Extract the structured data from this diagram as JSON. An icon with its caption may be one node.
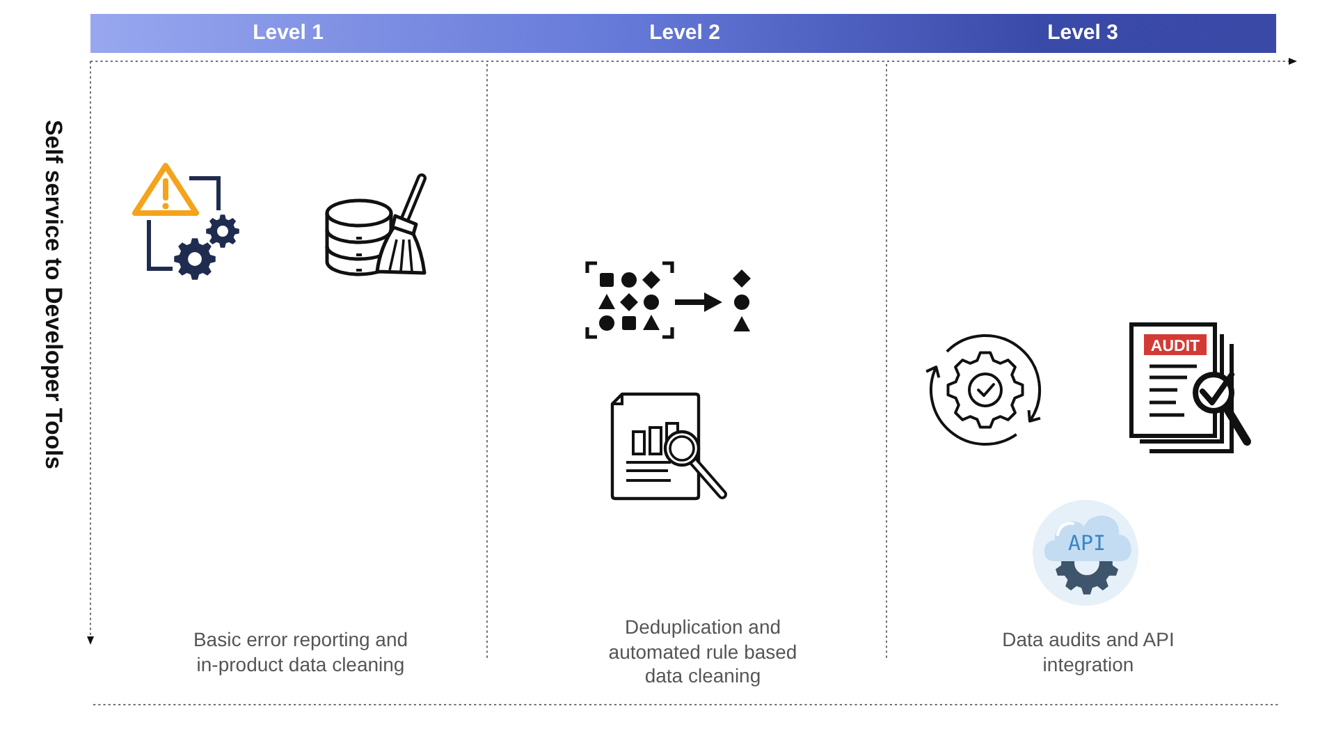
{
  "diagram": {
    "labels": [
      "Level 1",
      "Level 2",
      "Level 3",
      "Self service to Developer Tools",
      "AUDIT",
      "API",
      "Basic error reporting and in-product data cleaning",
      "Deduplication and automated rule based data cleaning",
      "Data audits and API integration"
    ]
  }
}
